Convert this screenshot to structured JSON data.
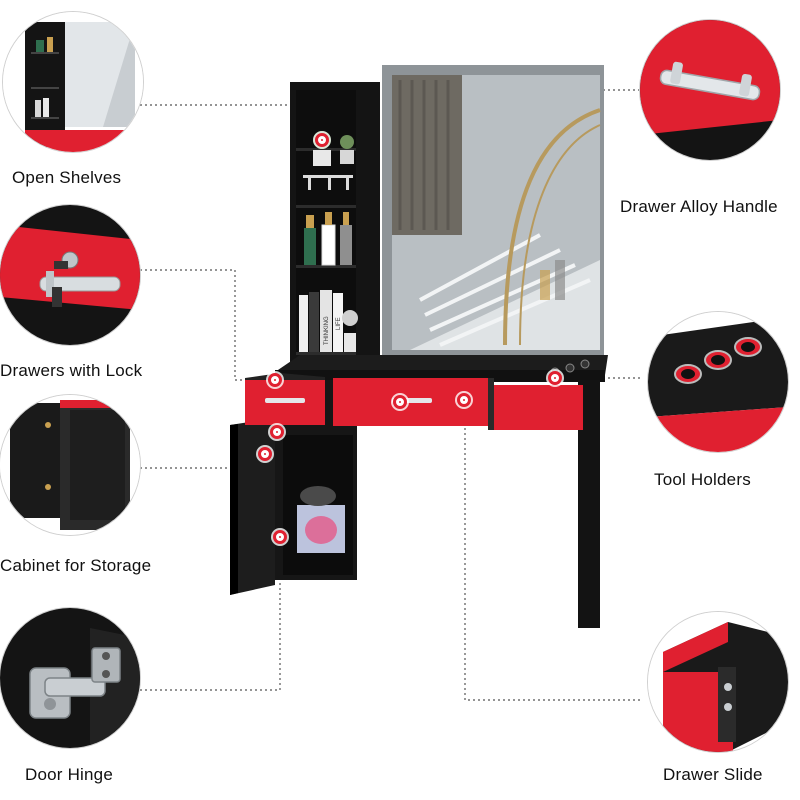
{
  "features": {
    "open_shelves": {
      "label": "Open Shelves",
      "icon": "open-shelves-icon"
    },
    "drawers_with_lock": {
      "label": "Drawers with Lock",
      "icon": "lock-icon"
    },
    "cabinet_for_storage": {
      "label": "Cabinet for Storage",
      "icon": "cabinet-icon"
    },
    "door_hinge": {
      "label": "Door Hinge",
      "icon": "hinge-icon"
    },
    "drawer_alloy_handle": {
      "label": "Drawer Alloy Handle",
      "icon": "handle-icon"
    },
    "tool_holders": {
      "label": "Tool Holders",
      "icon": "tool-holder-icon"
    },
    "drawer_slide": {
      "label": "Drawer Slide",
      "icon": "slide-icon"
    }
  },
  "product": {
    "shelf_books": [
      "THINKING",
      "LIFE"
    ]
  },
  "colors": {
    "accent_red": "#e02030",
    "body_black": "#141414",
    "mirror_gray": "#9aa0a4",
    "callout_line": "#555555"
  }
}
